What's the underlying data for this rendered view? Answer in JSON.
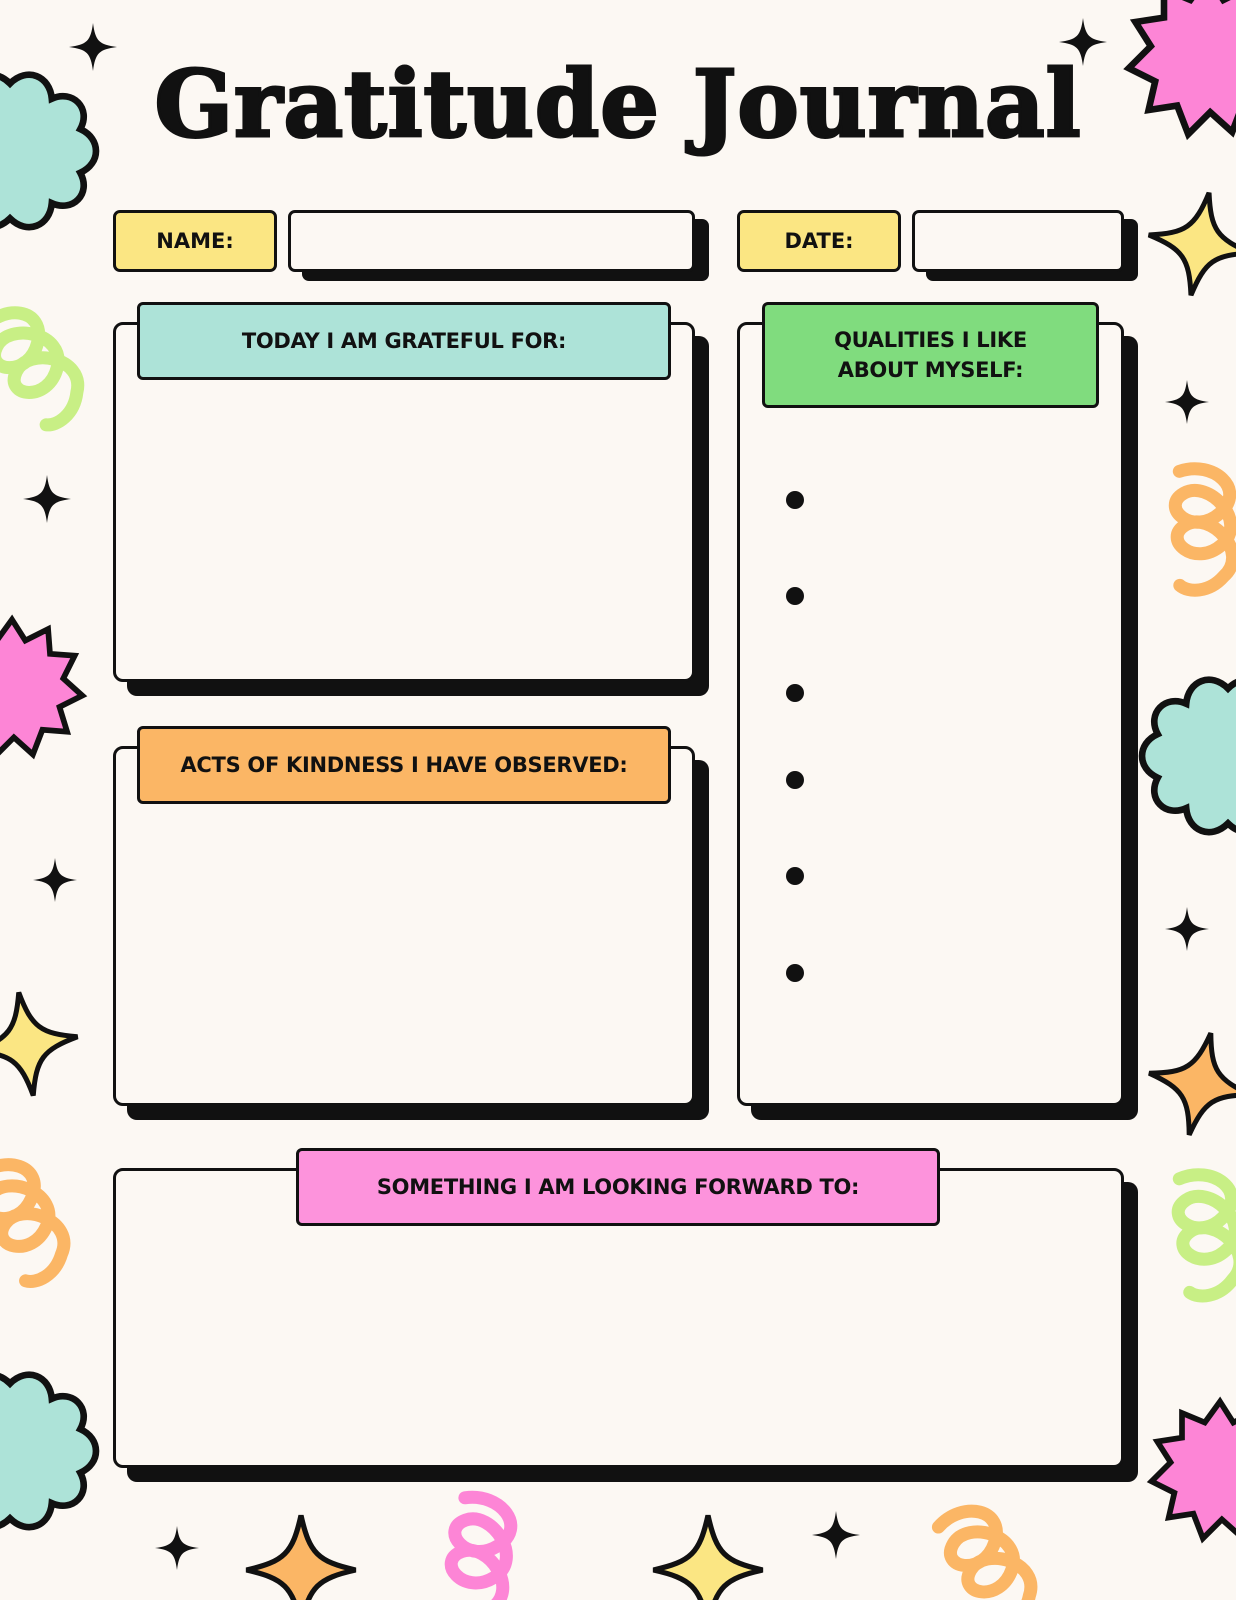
{
  "title": "Gratitude Journal",
  "fields": {
    "name_label": "NAME:",
    "name_value": "",
    "date_label": "DATE:",
    "date_value": ""
  },
  "sections": {
    "grateful": {
      "label": "TODAY I AM GRATEFUL FOR:",
      "color": "#ade3d8"
    },
    "qualities": {
      "label_line1": "QUALITIES I LIKE",
      "label_line2": "ABOUT MYSELF:",
      "color": "#80dc7e"
    },
    "kindness": {
      "label": "ACTS OF KINDNESS I HAVE OBSERVED:",
      "color": "#fbb665"
    },
    "forward": {
      "label": "SOMETHING I AM LOOKING FORWARD TO:",
      "color": "#fd93dc"
    }
  },
  "palette": {
    "background": "#fcf8f3",
    "ink": "#111111",
    "teal": "#ade3d8",
    "pink": "#fd85d6",
    "yellow": "#fbe683",
    "orange": "#fbb665",
    "lime": "#c8ef85"
  },
  "decorations": [
    "sparkle-icon",
    "flower-blob",
    "squiggle",
    "starburst"
  ]
}
